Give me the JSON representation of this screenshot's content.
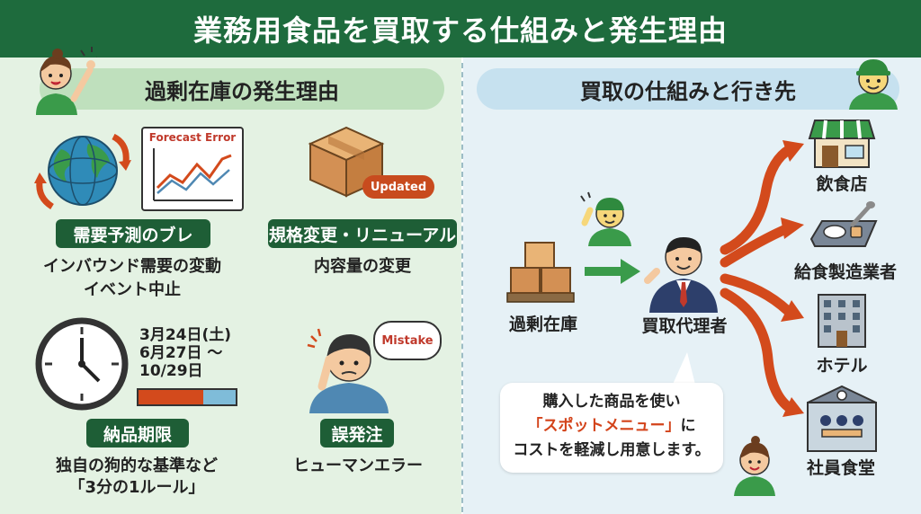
{
  "title": "業務用食品を買取する仕組みと発生理由",
  "left": {
    "heading": "過剰在庫の発生理由",
    "forecast_label": "Forecast Error",
    "updated_label": "Updated",
    "mistake_label": "Mistake",
    "dates": [
      "3月24日(土)",
      "6月27日 〜",
      "10/29日"
    ],
    "deadline_bar": {
      "filled_fraction": 0.67
    },
    "reasons": [
      {
        "label": "需要予測のブレ",
        "lines": [
          "インバウンド需要の変動",
          "イベント中止"
        ]
      },
      {
        "label": "規格変更・リニューアル",
        "lines": [
          "内容量の変更"
        ]
      },
      {
        "label": "納品期限",
        "lines": [
          "独自の狗的な基準など",
          "「3分の1ルール」"
        ]
      },
      {
        "label": "誤発注",
        "lines": [
          "ヒューマンエラー"
        ]
      }
    ]
  },
  "right": {
    "heading": "買取の仕組みと行き先",
    "source": "過剰在庫",
    "agent": "買取代理者",
    "destinations": [
      "飲食店",
      "給食製造業者",
      "ホテル",
      "社員食堂"
    ],
    "note": {
      "line1": "購入した商品を使い",
      "highlight": "「スポットメニュー」",
      "suffix": "に",
      "line3": "コストを軽減し用意します。"
    }
  },
  "colors": {
    "banner": "#1e6b3d",
    "label": "#1e5e36",
    "arrow": "#d34a1c",
    "accent_green": "#3a9b4a"
  }
}
